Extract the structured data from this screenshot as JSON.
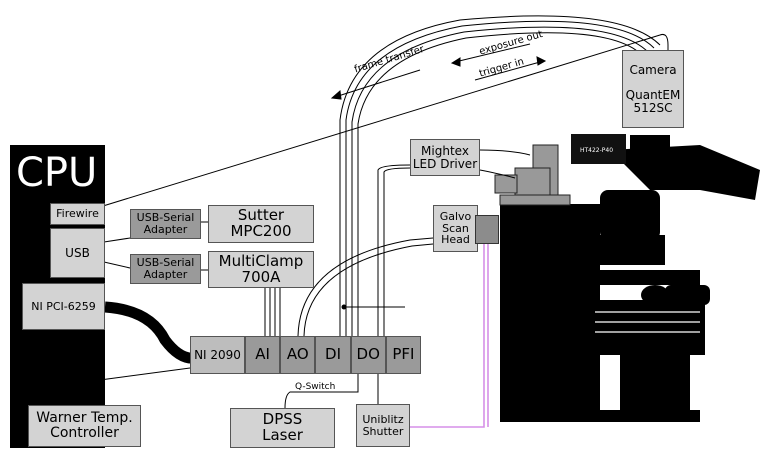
{
  "cpu": {
    "title": "CPU",
    "ports": {
      "firewire": "Firewire",
      "usb": "USB",
      "nipci": "NI PCI-6259"
    }
  },
  "devices": {
    "usb_serial_1": "USB-Serial\nAdapter",
    "usb_serial_2": "USB-Serial\nAdapter",
    "sutter": "Sutter\nMPC200",
    "multiclamp": "MultiClamp\n700A",
    "mightex": "Mightex\nLED Driver",
    "galvo": "Galvo\nScan\nHead",
    "camera": "Camera\n\nQuantEM\n512SC",
    "warner": "Warner Temp.\nController",
    "dpss": "DPSS\nLaser",
    "uniblitz": "Uniblitz\nShutter"
  },
  "ni2090": {
    "name": "NI 2090",
    "channels": [
      "AI",
      "AO",
      "DI",
      "DO",
      "PFI"
    ]
  },
  "signals": {
    "frame_transfer": "frame transfer",
    "exposure_out": "exposure out",
    "trigger_in": "trigger in",
    "q_switch": "Q-Switch"
  },
  "led_module_label": "HT422-P40",
  "colors": {
    "box": "#d3d3d3",
    "box_dark": "#9a9a9a",
    "cable": "#000000",
    "laser_fiber": "#d58fe8"
  }
}
